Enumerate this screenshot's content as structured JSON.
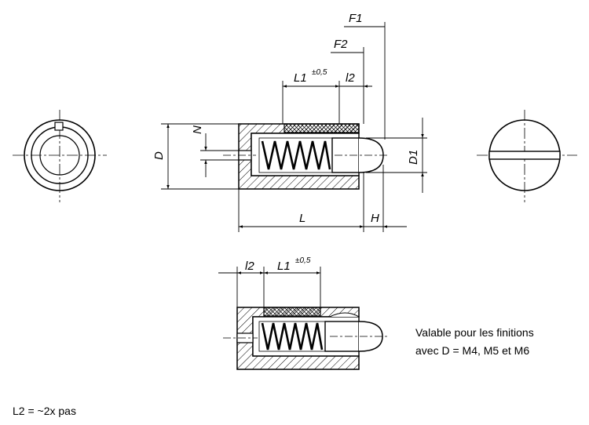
{
  "labels": {
    "F1": "F1",
    "F2": "F2",
    "L1_top": "L1",
    "tol_top": "±0,5",
    "l2_top": "l2",
    "N": "N",
    "D": "D",
    "D1": "D1",
    "L": "L",
    "H": "H",
    "l2_bottom": "l2",
    "L1_bottom": "L1",
    "tol_bottom": "±0,5"
  },
  "notes": {
    "finish_line1": "Valable pour les finitions",
    "finish_line2": "avec D = M4, M5 et M6",
    "l2_note": "L2 = ~2x pas"
  }
}
